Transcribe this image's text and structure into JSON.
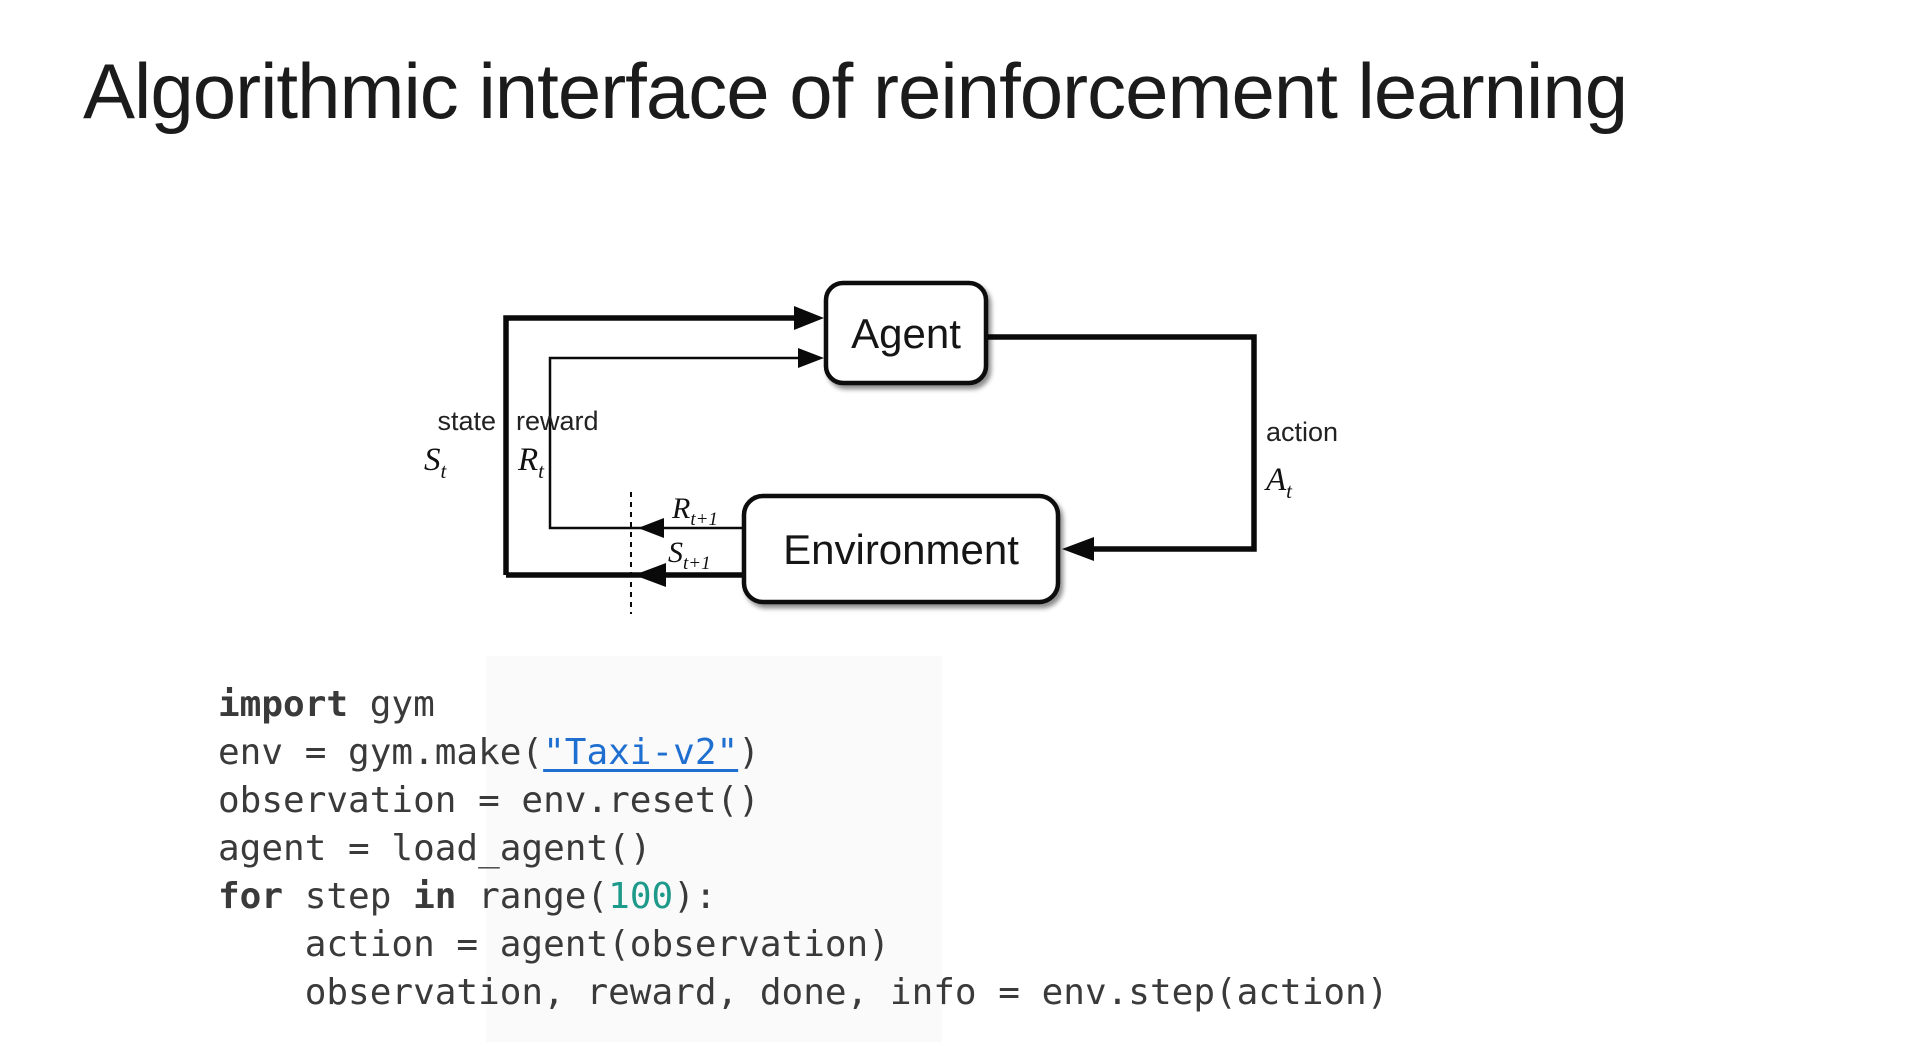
{
  "title": "Algorithmic interface of reinforcement learning",
  "diagram": {
    "agent_label": "Agent",
    "environment_label": "Environment",
    "state_label": "state",
    "state_symbol": {
      "base": "S",
      "sub": "t"
    },
    "reward_label": "reward",
    "reward_symbol": {
      "base": "R",
      "sub": "t"
    },
    "action_label": "action",
    "action_symbol": {
      "base": "A",
      "sub": "t"
    },
    "next_reward_symbol": {
      "base": "R",
      "sub": "t+1"
    },
    "next_state_symbol": {
      "base": "S",
      "sub": "t+1"
    }
  },
  "code": {
    "lines": [
      [
        {
          "text": "import",
          "style": "kw"
        },
        {
          "text": " gym",
          "style": "plain"
        }
      ],
      [
        {
          "text": "env = gym.make(",
          "style": "plain"
        },
        {
          "text": "\"Taxi-v2\"",
          "style": "link"
        },
        {
          "text": ")",
          "style": "plain"
        }
      ],
      [
        {
          "text": "observation = env.reset()",
          "style": "plain"
        }
      ],
      [
        {
          "text": "agent = load_agent()",
          "style": "plain"
        }
      ],
      [
        {
          "text": "for",
          "style": "kw"
        },
        {
          "text": " step ",
          "style": "plain"
        },
        {
          "text": "in",
          "style": "kw"
        },
        {
          "text": " range(",
          "style": "plain"
        },
        {
          "text": "100",
          "style": "num"
        },
        {
          "text": "):",
          "style": "plain"
        }
      ],
      [
        {
          "text": "    action = agent(observation)",
          "style": "plain"
        }
      ],
      [
        {
          "text": "    observation, reward, done, info = env.step(action)",
          "style": "plain"
        }
      ]
    ]
  },
  "colors": {
    "code_text": "#3a3a3a",
    "link_blue": "#1f6fd1",
    "number_teal": "#1d9a89"
  }
}
